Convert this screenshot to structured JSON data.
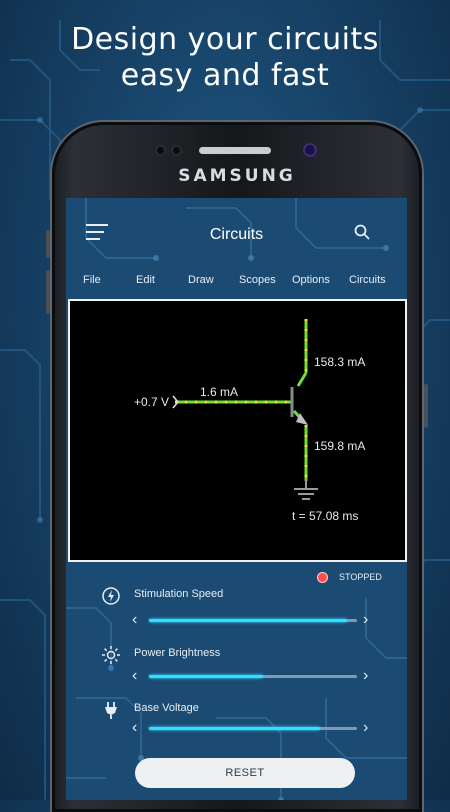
{
  "headline": {
    "line1": "Design your circuits",
    "line2": "easy and fast"
  },
  "phone": {
    "brand": "SAMSUNG"
  },
  "app": {
    "title": "Circuits",
    "menu_items": [
      "File",
      "Edit",
      "Draw",
      "Scopes",
      "Options",
      "Circuits"
    ]
  },
  "circuit": {
    "input_label": "+0.7 V",
    "base_current": "1.6 mA",
    "collector_current": "158.3 mA",
    "emitter_current": "159.8 mA",
    "time": "t = 57.08 ms"
  },
  "status": {
    "text": "STOPPED",
    "color": "#ff4d4d"
  },
  "controls": {
    "stimulation_speed": {
      "label": "Stimulation Speed",
      "value_fraction": 0.95
    },
    "power_brightness": {
      "label": "Power Brightness",
      "value_fraction": 0.55
    },
    "base_voltage": {
      "label": "Base Voltage",
      "value_fraction": 0.82
    }
  },
  "reset_label": "RESET",
  "colors": {
    "accent": "#2fe0ff",
    "wire": "#6ee03a",
    "background": "#163f63"
  },
  "icons": [
    "menu-icon",
    "search-icon",
    "speed-icon",
    "brightness-icon",
    "plug-icon",
    "chevron-left-icon",
    "chevron-right-icon"
  ]
}
